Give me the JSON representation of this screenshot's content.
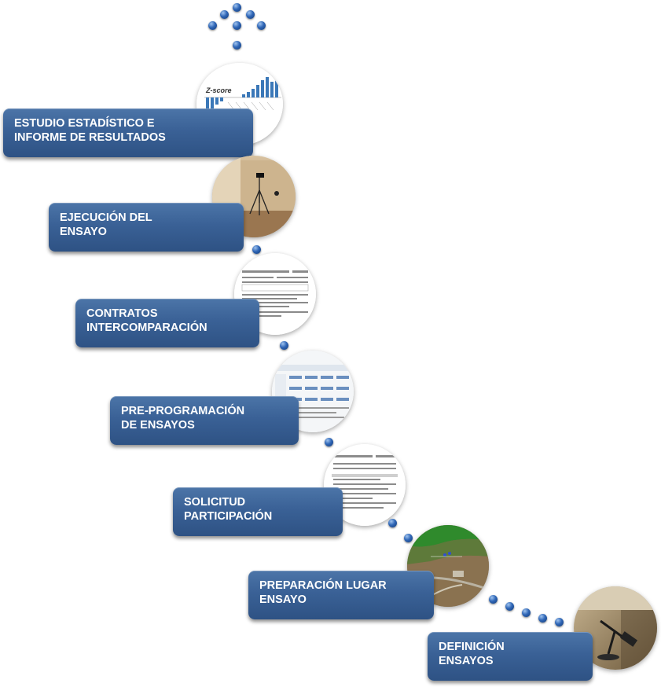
{
  "steps": [
    {
      "label": "ESTUDIO ESTADÍSTICO E\nINFORME DE   RESULTADOS"
    },
    {
      "label": "EJECUCIÓN DEL\nENSAYO"
    },
    {
      "label": "CONTRATOS\nINTERCOMPARACIÓN"
    },
    {
      "label": "PRE-PROGRAMACIÓN\nDE ENSAYOS"
    },
    {
      "label": "SOLICITUD\nPARTICIPACIÓN"
    },
    {
      "label": "PREPARACIÓN LUGAR\nENSAYO"
    },
    {
      "label": "DEFINICIÓN\nENSAYOS"
    }
  ],
  "thumbnails": {
    "zscore_label": "Z-score"
  },
  "colors": {
    "box_top": "#4c75a8",
    "box_bottom": "#2e5284",
    "dot": "#2f66b6"
  }
}
